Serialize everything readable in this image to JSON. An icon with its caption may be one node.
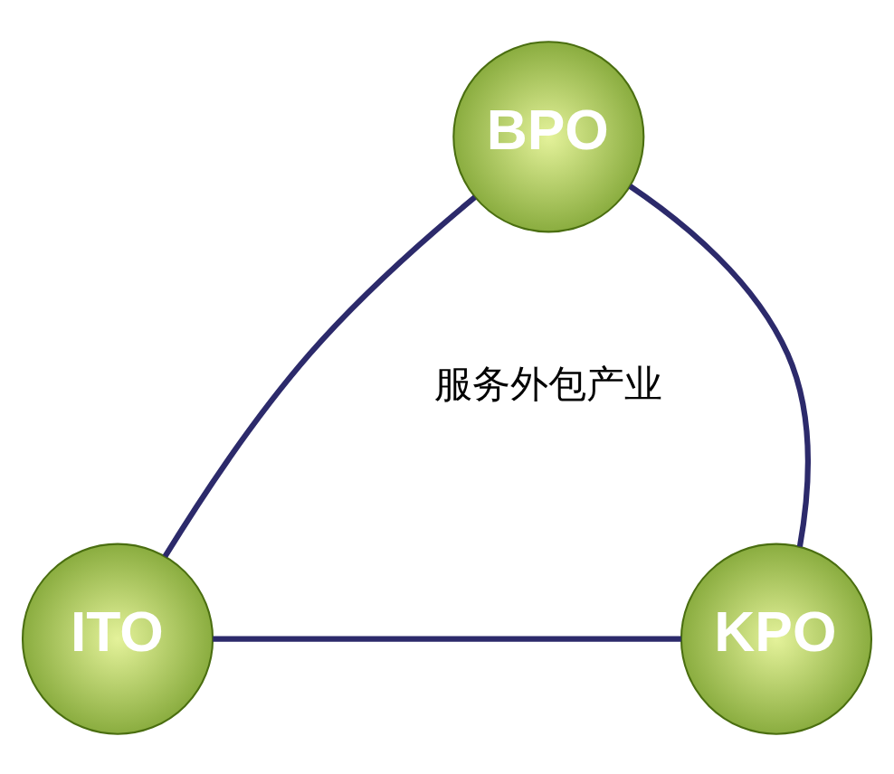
{
  "diagram": {
    "nodes": [
      {
        "text": [
          "BPO"
        ]
      },
      {
        "text": [
          "ITO"
        ]
      },
      {
        "text": [
          "KPO"
        ]
      }
    ],
    "edges": [
      {
        "from": 0,
        "to": 1,
        "arrow": "none"
      },
      {
        "from": 1,
        "to": 2,
        "arrow": "none"
      },
      {
        "from": 2,
        "to": 0,
        "arrow": "none"
      }
    ],
    "labels": [
      "服务外包产业"
    ]
  }
}
